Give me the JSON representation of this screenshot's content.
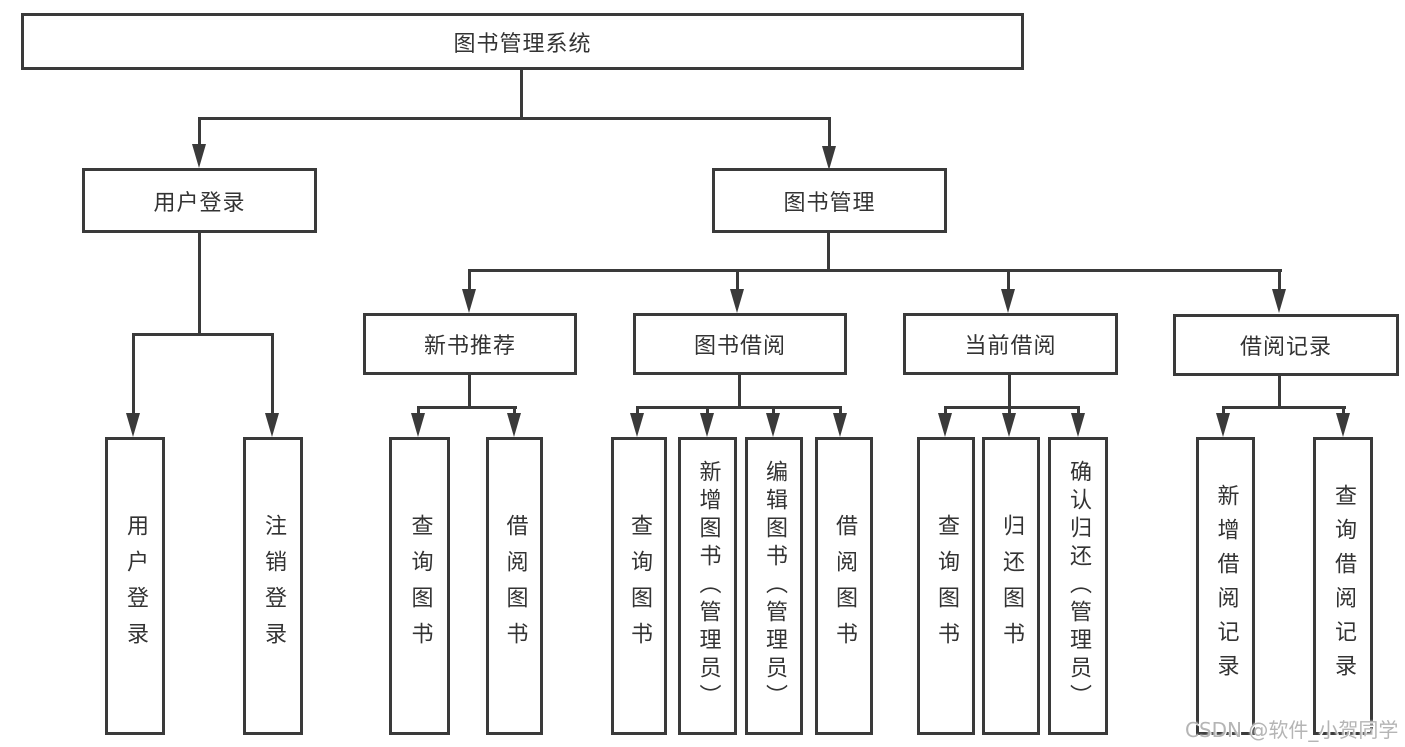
{
  "diagram": {
    "title": "图书管理系统",
    "root": {
      "label": "图书管理系统"
    },
    "level2": {
      "user_login": {
        "label": "用户登录"
      },
      "book_management": {
        "label": "图书管理"
      }
    },
    "level3": {
      "new_book_recommend": {
        "label": "新书推荐"
      },
      "book_borrow": {
        "label": "图书借阅"
      },
      "current_borrow": {
        "label": "当前借阅"
      },
      "borrow_records": {
        "label": "借阅记录"
      }
    },
    "leaves": {
      "login": [
        "用户登录",
        "注销登录"
      ],
      "newbook": [
        "查询图书",
        "借阅图书"
      ],
      "borrow": [
        "查询图书",
        "新增图书（管理员）",
        "编辑图书（管理员）",
        "借阅图书"
      ],
      "current": [
        "查询图书",
        "归还图书",
        "确认归还（管理员）"
      ],
      "records": [
        "新增借阅记录",
        "查询借阅记录"
      ]
    },
    "watermark": "CSDN @软件_小贺同学",
    "colors": {
      "line": "#3a3a3a",
      "text": "#333333",
      "background": "#ffffff",
      "watermark": "#b5b5b5"
    }
  }
}
